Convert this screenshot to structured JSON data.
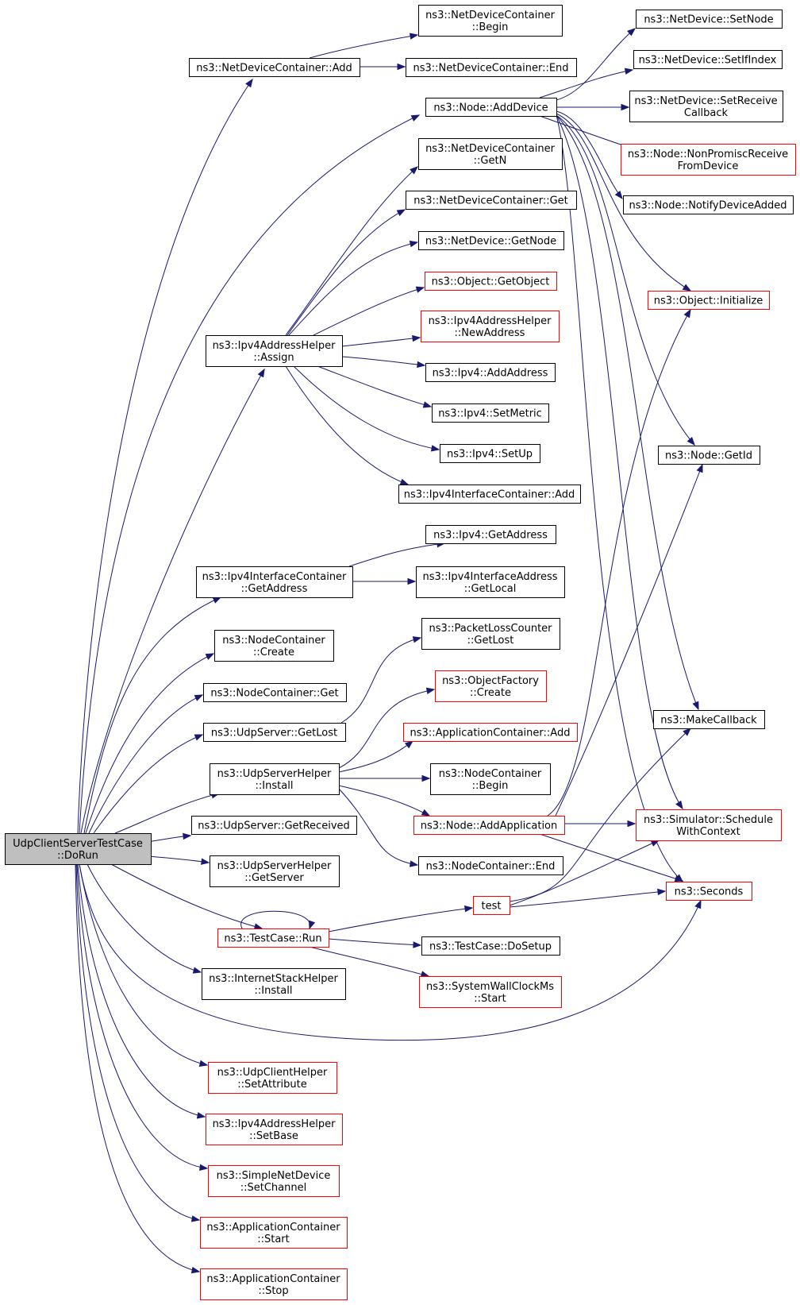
{
  "colors": {
    "edge": "#191970",
    "node_border": "#000000",
    "node_border_incomplete": "#ff0000",
    "root_fill": "#bfbfbf"
  },
  "nodes": {
    "root": {
      "lines": [
        "UdpClientServerTestCase",
        "::DoRun"
      ],
      "status": "root"
    },
    "ndc_add": {
      "lines": [
        "ns3::NetDeviceContainer::Add"
      ],
      "status": "normal"
    },
    "ndc_begin": {
      "lines": [
        "ns3::NetDeviceContainer",
        "::Begin"
      ],
      "status": "normal"
    },
    "ndc_end": {
      "lines": [
        "ns3::NetDeviceContainer::End"
      ],
      "status": "normal"
    },
    "node_adddevice": {
      "lines": [
        "ns3::Node::AddDevice"
      ],
      "status": "normal"
    },
    "nd_setnode": {
      "lines": [
        "ns3::NetDevice::SetNode"
      ],
      "status": "normal"
    },
    "nd_setifindex": {
      "lines": [
        "ns3::NetDevice::SetIfIndex"
      ],
      "status": "normal"
    },
    "nd_setreceive": {
      "lines": [
        "ns3::NetDevice::SetReceive",
        "Callback"
      ],
      "status": "normal"
    },
    "node_nonpromisc": {
      "lines": [
        "ns3::Node::NonPromiscReceive",
        "FromDevice"
      ],
      "status": "incomplete"
    },
    "node_notify": {
      "lines": [
        "ns3::Node::NotifyDeviceAdded"
      ],
      "status": "normal"
    },
    "ndc_getn": {
      "lines": [
        "ns3::NetDeviceContainer",
        "::GetN"
      ],
      "status": "normal"
    },
    "ndc_get": {
      "lines": [
        "ns3::NetDeviceContainer::Get"
      ],
      "status": "normal"
    },
    "nd_getnode": {
      "lines": [
        "ns3::NetDevice::GetNode"
      ],
      "status": "normal"
    },
    "obj_getobject": {
      "lines": [
        "ns3::Object::GetObject"
      ],
      "status": "incomplete"
    },
    "obj_initialize": {
      "lines": [
        "ns3::Object::Initialize"
      ],
      "status": "incomplete"
    },
    "ipv4ah_newaddress": {
      "lines": [
        "ns3::Ipv4AddressHelper",
        "::NewAddress"
      ],
      "status": "incomplete"
    },
    "ipv4ah_assign": {
      "lines": [
        "ns3::Ipv4AddressHelper",
        "::Assign"
      ],
      "status": "normal"
    },
    "ipv4_addaddress": {
      "lines": [
        "ns3::Ipv4::AddAddress"
      ],
      "status": "normal"
    },
    "ipv4_setmetric": {
      "lines": [
        "ns3::Ipv4::SetMetric"
      ],
      "status": "normal"
    },
    "ipv4_setup": {
      "lines": [
        "ns3::Ipv4::SetUp"
      ],
      "status": "normal"
    },
    "node_getid": {
      "lines": [
        "ns3::Node::GetId"
      ],
      "status": "normal"
    },
    "ipv4ic_add": {
      "lines": [
        "ns3::Ipv4InterfaceContainer::Add"
      ],
      "status": "normal"
    },
    "ipv4_getaddress": {
      "lines": [
        "ns3::Ipv4::GetAddress"
      ],
      "status": "normal"
    },
    "ipv4ic_getaddress": {
      "lines": [
        "ns3::Ipv4InterfaceContainer",
        "::GetAddress"
      ],
      "status": "normal"
    },
    "ipv4ia_getlocal": {
      "lines": [
        "ns3::Ipv4InterfaceAddress",
        "::GetLocal"
      ],
      "status": "normal"
    },
    "nc_create": {
      "lines": [
        "ns3::NodeContainer",
        "::Create"
      ],
      "status": "normal"
    },
    "plc_getlost": {
      "lines": [
        "ns3::PacketLossCounter",
        "::GetLost"
      ],
      "status": "normal"
    },
    "nc_get": {
      "lines": [
        "ns3::NodeContainer::Get"
      ],
      "status": "normal"
    },
    "of_create": {
      "lines": [
        "ns3::ObjectFactory",
        "::Create"
      ],
      "status": "incomplete"
    },
    "us_getlost": {
      "lines": [
        "ns3::UdpServer::GetLost"
      ],
      "status": "normal"
    },
    "makecallback": {
      "lines": [
        "ns3::MakeCallback"
      ],
      "status": "normal"
    },
    "ac_add": {
      "lines": [
        "ns3::ApplicationContainer::Add"
      ],
      "status": "incomplete"
    },
    "ush_install": {
      "lines": [
        "ns3::UdpServerHelper",
        "::Install"
      ],
      "status": "normal"
    },
    "nc_begin": {
      "lines": [
        "ns3::NodeContainer",
        "::Begin"
      ],
      "status": "normal"
    },
    "sim_schedule": {
      "lines": [
        "ns3::Simulator::Schedule",
        "WithContext"
      ],
      "status": "incomplete"
    },
    "us_getreceived": {
      "lines": [
        "ns3::UdpServer::GetReceived"
      ],
      "status": "normal"
    },
    "node_addapp": {
      "lines": [
        "ns3::Node::AddApplication"
      ],
      "status": "incomplete"
    },
    "ush_getserver": {
      "lines": [
        "ns3::UdpServerHelper",
        "::GetServer"
      ],
      "status": "normal"
    },
    "nc_end": {
      "lines": [
        "ns3::NodeContainer::End"
      ],
      "status": "normal"
    },
    "test": {
      "lines": [
        "test"
      ],
      "status": "incomplete"
    },
    "seconds": {
      "lines": [
        "ns3::Seconds"
      ],
      "status": "incomplete"
    },
    "tc_run": {
      "lines": [
        "ns3::TestCase::Run"
      ],
      "status": "incomplete"
    },
    "tc_dosetup": {
      "lines": [
        "ns3::TestCase::DoSetup"
      ],
      "status": "normal"
    },
    "ish_install": {
      "lines": [
        "ns3::InternetStackHelper",
        "::Install"
      ],
      "status": "normal"
    },
    "swcm_start": {
      "lines": [
        "ns3::SystemWallClockMs",
        "::Start"
      ],
      "status": "incomplete"
    },
    "uch_setattr": {
      "lines": [
        "ns3::UdpClientHelper",
        "::SetAttribute"
      ],
      "status": "incomplete"
    },
    "ipv4ah_setbase": {
      "lines": [
        "ns3::Ipv4AddressHelper",
        "::SetBase"
      ],
      "status": "incomplete"
    },
    "snd_setchannel": {
      "lines": [
        "ns3::SimpleNetDevice",
        "::SetChannel"
      ],
      "status": "incomplete"
    },
    "ac_start": {
      "lines": [
        "ns3::ApplicationContainer",
        "::Start"
      ],
      "status": "incomplete"
    },
    "ac_stop": {
      "lines": [
        "ns3::ApplicationContainer",
        "::Stop"
      ],
      "status": "incomplete"
    }
  }
}
